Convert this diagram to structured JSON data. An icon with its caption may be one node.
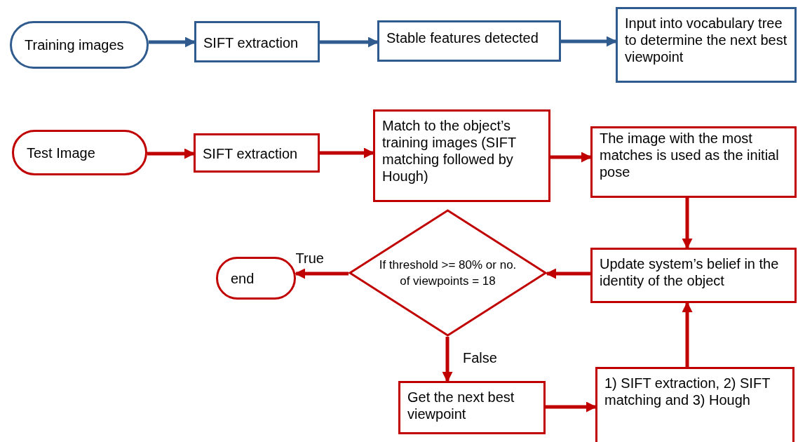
{
  "diagram": {
    "nodes": [
      {
        "text": [
          "Training images"
        ]
      },
      {
        "text": [
          "SIFT extraction"
        ]
      },
      {
        "text": [
          "Stable features detected"
        ]
      },
      {
        "text": [
          "Input into vocabulary tree to determine the next best viewpoint"
        ]
      },
      {
        "text": [
          "Test Image"
        ]
      },
      {
        "text": [
          "SIFT extraction"
        ]
      },
      {
        "text": [
          "Match to the object’s training images (SIFT matching followed by Hough)"
        ]
      },
      {
        "text": [
          "The image with the most matches is used as the initial pose"
        ]
      },
      {
        "text": [
          "If threshold >= 80% or no. of viewpoints = 18"
        ]
      },
      {
        "text": [
          "Update system’s belief in the identity of  the object"
        ]
      },
      {
        "text": [
          "end"
        ]
      },
      {
        "text": [
          "Get  the next best viewpoint"
        ]
      },
      {
        "text": [
          "1) SIFT extraction, 2) SIFT matching and 3) Hough"
        ]
      }
    ],
    "edges": [
      {
        "from": 0,
        "to": 1,
        "arrow": "to",
        "color": "#2f5b8f"
      },
      {
        "from": 1,
        "to": 2,
        "arrow": "to",
        "color": "#2f5b8f"
      },
      {
        "from": 2,
        "to": 3,
        "arrow": "to",
        "color": "#2f5b8f"
      },
      {
        "from": 4,
        "to": 5,
        "arrow": "to"
      },
      {
        "from": 5,
        "to": 6,
        "arrow": "to"
      },
      {
        "from": 6,
        "to": 7,
        "arrow": "to"
      },
      {
        "from": 7,
        "to": 9,
        "arrow": "to"
      },
      {
        "from": 9,
        "to": 8,
        "arrow": "to"
      },
      {
        "from": 8,
        "to": 10,
        "arrow": "to",
        "label": "True"
      },
      {
        "from": 8,
        "to": 11,
        "arrow": "to",
        "label": "False"
      },
      {
        "from": 11,
        "to": 12,
        "arrow": "to"
      },
      {
        "from": 12,
        "to": 9,
        "arrow": "to"
      }
    ]
  }
}
